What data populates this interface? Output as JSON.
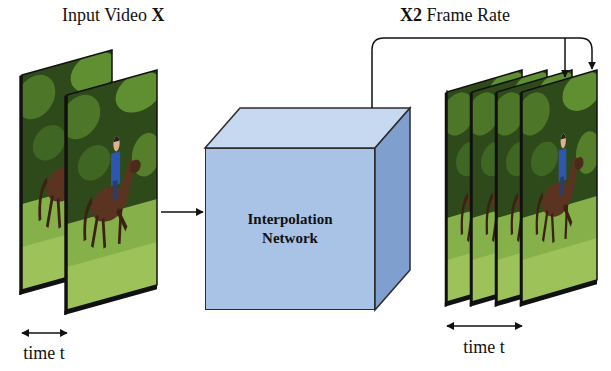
{
  "diagram": {
    "nodes": [
      {
        "text": [
          "Interpolation Network"
        ]
      }
    ],
    "labels": [
      "Input Video X",
      "X2 Frame Rate",
      "time t",
      "time t"
    ]
  }
}
